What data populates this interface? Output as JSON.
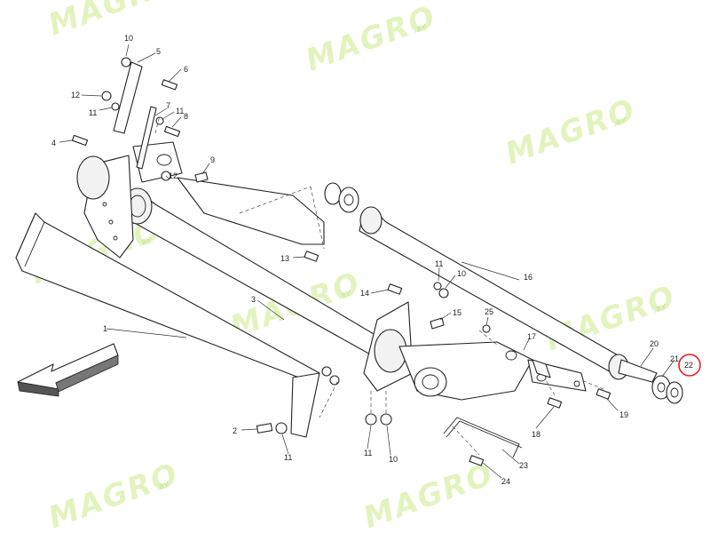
{
  "watermark": {
    "brand": "MAGRO",
    "suffix": ".BY"
  },
  "highlight": {
    "part": "22",
    "color": "#e01f1f"
  },
  "callouts": {
    "c1": "1",
    "c2": "2",
    "c3": "3",
    "c4": "4",
    "c5": "5",
    "c6": "6",
    "c7": "7",
    "c8": "8",
    "c9": "9",
    "c10a": "10",
    "c10b": "10",
    "c10c": "10",
    "c11a": "11",
    "c11b": "11",
    "c11c": "11",
    "c11d": "11",
    "c11e": "11",
    "c12a": "12",
    "c12b": "12",
    "c13": "13",
    "c14": "14",
    "c15": "15",
    "c16": "16",
    "c17": "17",
    "c18": "18",
    "c19": "19",
    "c20": "20",
    "c21": "21",
    "c22": "22",
    "c23": "23",
    "c24": "24",
    "c25": "25"
  }
}
